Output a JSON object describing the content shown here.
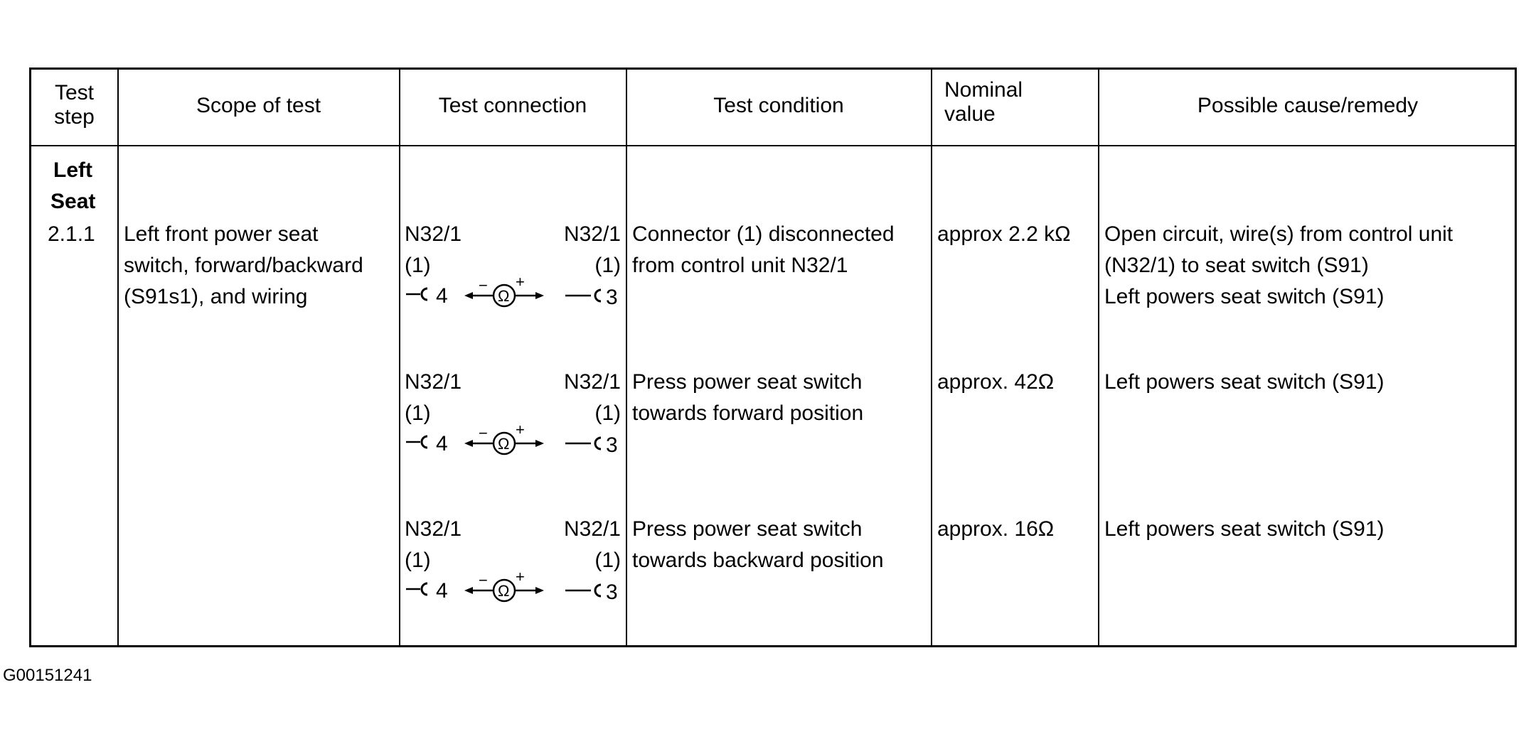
{
  "table": {
    "headers": {
      "test_step": "Test step",
      "test_step_l1": "Test",
      "test_step_l2": "step",
      "scope": "Scope of test",
      "connection": "Test connection",
      "condition": "Test condition",
      "nominal_l1": "Nominal",
      "nominal_l2": "value",
      "cause": "Possible cause/remedy"
    },
    "group": {
      "line1": "Left",
      "line2": "Seat"
    },
    "step": {
      "number": "2.1.1",
      "scope_lines": [
        "Left front power seat",
        "switch, forward/backward",
        "(S91s1), and wiring"
      ]
    },
    "rows": [
      {
        "connection": {
          "left_unit": "N32/1",
          "right_unit": "N32/1",
          "left_conn": "(1)",
          "right_conn": "(1)",
          "left_pin": "4",
          "right_pin": "3",
          "meter": "Ω",
          "neg": "−",
          "pos": "+"
        },
        "condition_lines": [
          "Connector (1) disconnected",
          "from control unit N32/1"
        ],
        "nominal": "approx 2.2 kΩ",
        "cause_lines": [
          "Open circuit, wire(s) from control unit",
          "(N32/1) to seat switch (S91)",
          "Left powers seat switch (S91)"
        ]
      },
      {
        "connection": {
          "left_unit": "N32/1",
          "right_unit": "N32/1",
          "left_conn": "(1)",
          "right_conn": "(1)",
          "left_pin": "4",
          "right_pin": "3",
          "meter": "Ω",
          "neg": "−",
          "pos": "+"
        },
        "condition_lines": [
          "Press power seat switch",
          "towards forward position"
        ],
        "nominal": "approx. 42Ω",
        "cause_lines": [
          "Left powers seat switch (S91)"
        ]
      },
      {
        "connection": {
          "left_unit": "N32/1",
          "right_unit": "N32/1",
          "left_conn": "(1)",
          "right_conn": "(1)",
          "left_pin": "4",
          "right_pin": "3",
          "meter": "Ω",
          "neg": "−",
          "pos": "+"
        },
        "condition_lines": [
          "Press power seat switch",
          "towards backward position"
        ],
        "nominal": "approx. 16Ω",
        "cause_lines": [
          "Left powers seat switch (S91)"
        ]
      }
    ]
  },
  "footer": {
    "code": "G00151241"
  }
}
